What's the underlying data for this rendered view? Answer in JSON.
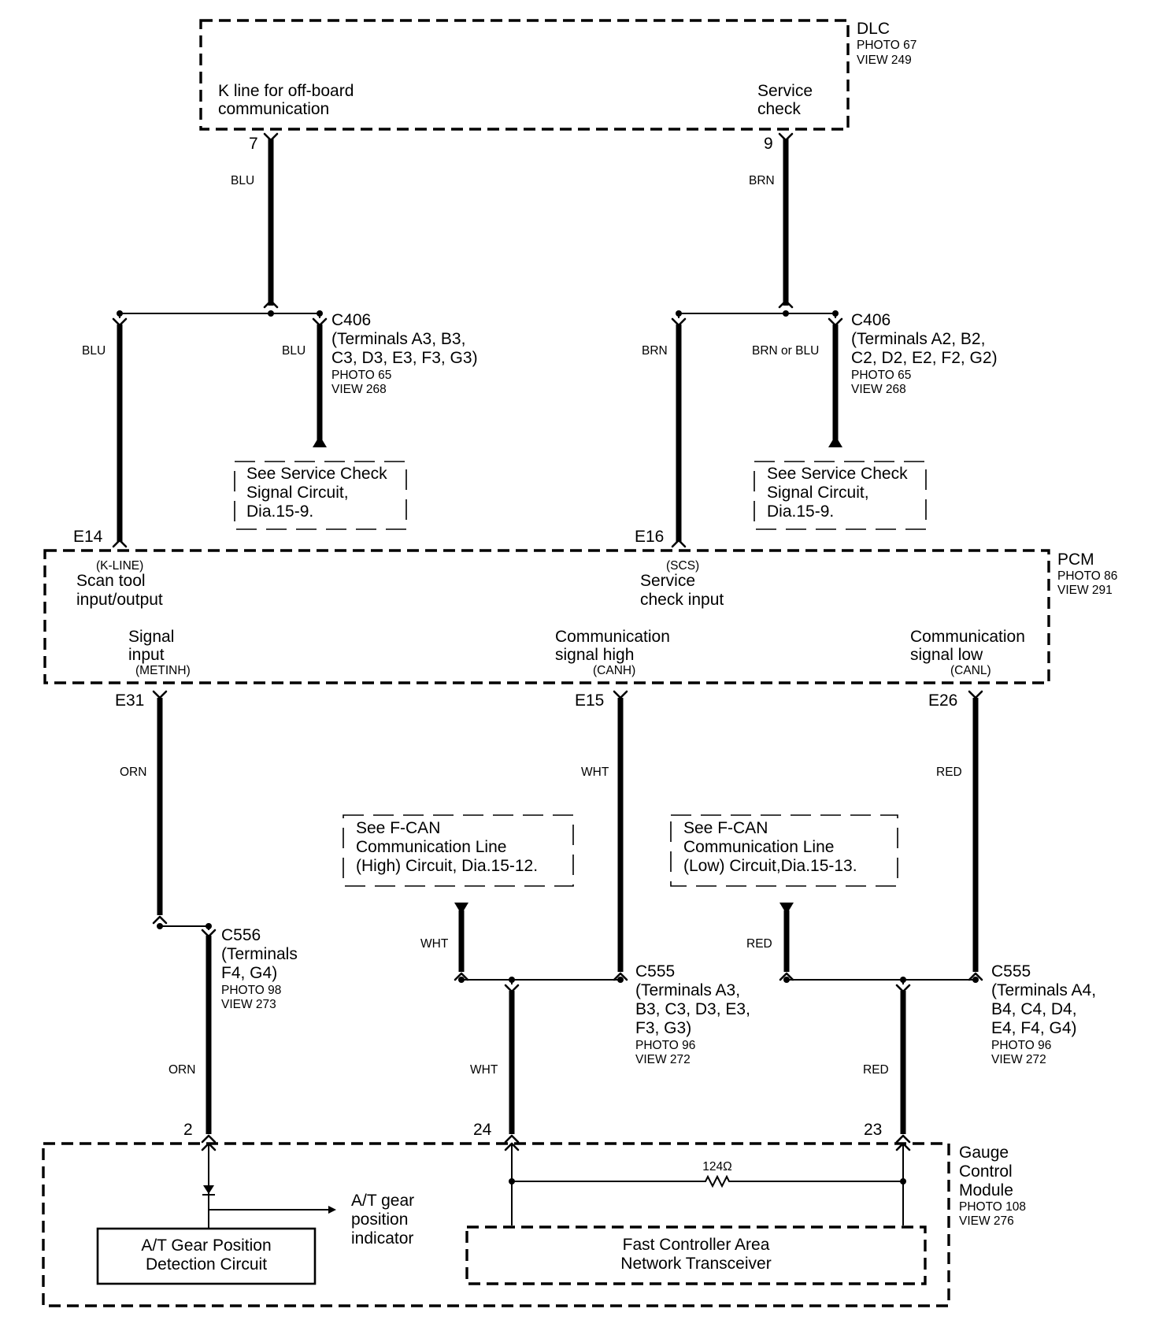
{
  "dlc": {
    "name": "DLC",
    "photo": "PHOTO 67",
    "view": "VIEW 249",
    "k_line_1": "K line for off-board",
    "k_line_2": "communication",
    "service_1": "Service",
    "service_2": "check",
    "pin_k": "7",
    "pin_service": "9"
  },
  "wires": {
    "dlc_k": "BLU",
    "dlc_service": "BRN",
    "c406_left_pcm": "BLU",
    "c406_left_branch": "BLU",
    "c406_right_pcm": "BRN",
    "c406_right_branch": "BRN or BLU",
    "e31": "ORN",
    "e15": "WHT",
    "e26": "RED",
    "fcan_high_branch": "WHT",
    "fcan_low_branch": "RED",
    "gauge_pin2": "ORN",
    "gauge_pin24": "WHT",
    "gauge_pin23": "RED"
  },
  "c406_left": {
    "name": "C406",
    "terminals_1": "(Terminals A3, B3,",
    "terminals_2": "C3, D3, E3, F3, G3)",
    "photo": "PHOTO 65",
    "view": "VIEW 268"
  },
  "c406_right": {
    "name": "C406",
    "terminals_1": "(Terminals A2, B2,",
    "terminals_2": "C2, D2, E2, F2, G2)",
    "photo": "PHOTO 65",
    "view": "VIEW 268"
  },
  "note_service_left": {
    "line1": "See Service Check",
    "line2": "Signal Circuit,",
    "line3": "Dia.15-9."
  },
  "note_service_right": {
    "line1": "See Service Check",
    "line2": "Signal Circuit,",
    "line3": "Dia.15-9."
  },
  "pcm": {
    "name": "PCM",
    "photo": "PHOTO 86",
    "view": "VIEW 291",
    "pin_e14": "E14",
    "pin_e16": "E16",
    "pin_e31": "E31",
    "pin_e15": "E15",
    "pin_e26": "E26",
    "kline_tag": "(K-LINE)",
    "kline_1": "Scan tool",
    "kline_2": "input/output",
    "scs_tag": "(SCS)",
    "scs_1": "Service",
    "scs_2": "check input",
    "metinh_1": "Signal",
    "metinh_2": "input",
    "metinh_tag": "(METINH)",
    "canh_1": "Communication",
    "canh_2": "signal high",
    "canh_tag": "(CANH)",
    "canl_1": "Communication",
    "canl_2": "signal low",
    "canl_tag": "(CANL)"
  },
  "note_fcan_high": {
    "line1": "See F-CAN",
    "line2": "Communication Line",
    "line3": "(High) Circuit, Dia.15-12."
  },
  "note_fcan_low": {
    "line1": "See F-CAN",
    "line2": "Communication Line",
    "line3": "(Low) Circuit,Dia.15-13."
  },
  "c556": {
    "name": "C556",
    "terminals_1": "(Terminals",
    "terminals_2": "F4, G4)",
    "photo": "PHOTO 98",
    "view": "VIEW 273"
  },
  "c555_high": {
    "name": "C555",
    "terminals_1": "(Terminals A3,",
    "terminals_2": "B3, C3, D3, E3,",
    "terminals_3": "F3, G3)",
    "photo": "PHOTO 96",
    "view": "VIEW 272"
  },
  "c555_low": {
    "name": "C555",
    "terminals_1": "(Terminals A4,",
    "terminals_2": "B4, C4, D4,",
    "terminals_3": "E4, F4, G4)",
    "photo": "PHOTO 96",
    "view": "VIEW 272"
  },
  "gauge": {
    "name_1": "Gauge",
    "name_2": "Control",
    "name_3": "Module",
    "photo": "PHOTO 108",
    "view": "VIEW 276",
    "pin_2": "2",
    "pin_24": "24",
    "pin_23": "23",
    "resistor": "124Ω",
    "at_indicator_1": "A/T gear",
    "at_indicator_2": "position",
    "at_indicator_3": "indicator",
    "at_circuit_1": "A/T Gear Position",
    "at_circuit_2": "Detection Circuit",
    "transceiver_1": "Fast Controller Area",
    "transceiver_2": "Network Transceiver"
  }
}
